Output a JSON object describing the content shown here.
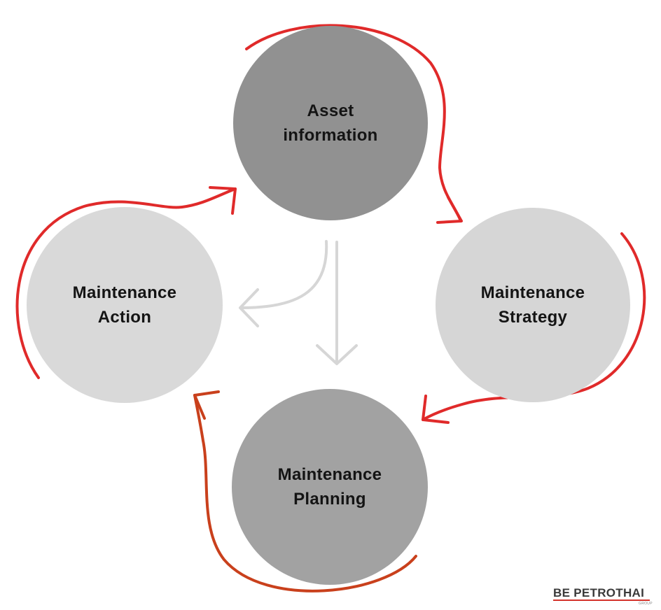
{
  "nodes": [
    {
      "id": "asset",
      "lines": [
        "Asset",
        "information"
      ],
      "fill": "#919191"
    },
    {
      "id": "strategy",
      "lines": [
        "Maintenance",
        "Strategy"
      ],
      "fill": "#d6d6d6"
    },
    {
      "id": "planning",
      "lines": [
        "Maintenance",
        "Planning"
      ],
      "fill": "#a2a2a2"
    },
    {
      "id": "action",
      "lines": [
        "Maintenance",
        "Action"
      ],
      "fill": "#d9d9d9"
    }
  ],
  "colors": {
    "cycle_arrow": "#e02a2a",
    "cycle_arrow_dark": "#c9401c",
    "inner_arrow": "#d6d6d6",
    "text": "#141414"
  },
  "logo": {
    "text": "BE PETROTHAI",
    "sub": "GROUP"
  }
}
